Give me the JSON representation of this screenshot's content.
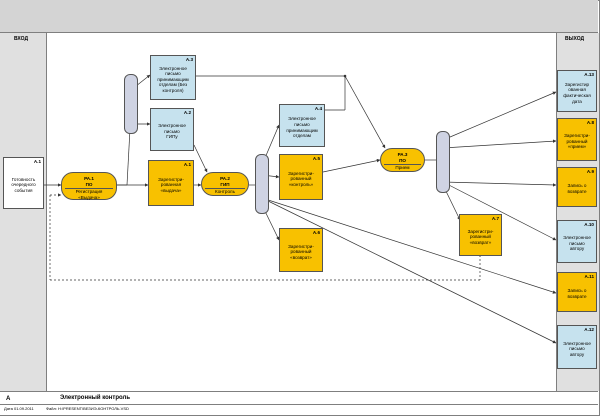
{
  "lanes": {
    "input": "ВХОД",
    "output": "ВЫХОД"
  },
  "footer": {
    "code": "A",
    "title": "Электронный контроль",
    "date": "Дата 01.09.2011",
    "file": "Файл: H:\\PRESENT\\ВЕЗИЭ-КОНТРОЛЬ.VSD"
  },
  "boxes": [
    {
      "id": "a1",
      "code": "А.1",
      "text": "Готовность\nочередного\nсобытия",
      "color": "#ffffff"
    },
    {
      "id": "a3",
      "code": "А.3",
      "text": "Электронное\nписьмо\nпринимающим\nотделам (Без\nконтроля)",
      "color": "#c6e2ee"
    },
    {
      "id": "a2",
      "code": "А.2",
      "text": "Электронное\nписьмо\nГИПу",
      "color": "#c6e2ee"
    },
    {
      "id": "a1b",
      "code": "А.1",
      "text": "Зарегистри-\nрованная\n«выдача»",
      "color": "#f8c100"
    },
    {
      "id": "a4",
      "code": "А.4",
      "text": "Электронное\nписьмо\nпринимающим\nотделам",
      "color": "#c6e2ee"
    },
    {
      "id": "a5",
      "code": "А.5",
      "text": "Зарегистри-\nрованный\n«контроль»",
      "color": "#f8c100"
    },
    {
      "id": "a6",
      "code": "А.6",
      "text": "Зарегистри-\nрованный\n«возврат»",
      "color": "#f8c100"
    },
    {
      "id": "a7",
      "code": "А.7",
      "text": "Зарегистри-\nрованный\n«возврат»",
      "color": "#f8c100"
    },
    {
      "id": "a13",
      "code": "А.13",
      "text": "Зарегистир\nованная\nфактическая\nдата",
      "color": "#c6e2ee"
    },
    {
      "id": "a8",
      "code": "А.8",
      "text": "Зарегистри-\nрованный\n«прием»",
      "color": "#f8c100"
    },
    {
      "id": "a9",
      "code": "А.9",
      "text": "Запись о\nвозврате",
      "color": "#f8c100"
    },
    {
      "id": "a10",
      "code": "А.10",
      "text": "Электронное\nписьмо\nавтору",
      "color": "#c6e2ee"
    },
    {
      "id": "a11",
      "code": "А.11",
      "text": "Запись о\nвозврате",
      "color": "#f8c100"
    },
    {
      "id": "a12",
      "code": "А.12",
      "text": "Электронное\nписьмо\nавтору",
      "color": "#c6e2ee"
    }
  ],
  "processes": [
    {
      "id": "ra1",
      "code": "РА.1",
      "role": "ПО",
      "label": "Регистрация\n«Выдача»"
    },
    {
      "id": "ra2",
      "code": "РА.2",
      "role": "ГИП",
      "label": "Контроль"
    },
    {
      "id": "ra3",
      "code": "РА.3",
      "role": "ПО",
      "label": "Прием"
    }
  ],
  "colors": {
    "orange": "#f8c100",
    "blue": "#c6e2ee",
    "gateway": "#cfd3e3",
    "line": "#333333"
  }
}
